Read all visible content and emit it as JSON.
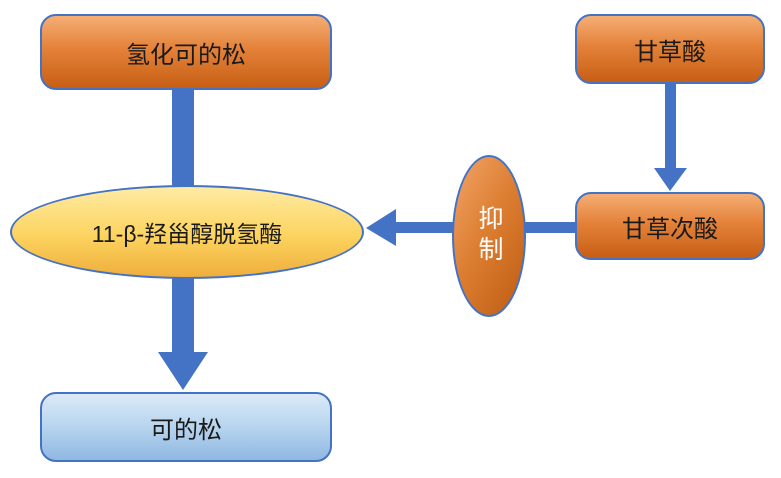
{
  "diagram": {
    "title": "11-beta-hydroxysteroid-dehydrogenase inhibition pathway",
    "nodes": {
      "hydrocortisone": {
        "label": "氢化可的松",
        "fill": "#E4823A",
        "border": "#4472C4",
        "shape": "rounded-rect"
      },
      "enzyme": {
        "label": "11-β-羟甾醇脱氢酶",
        "fill": "#FCD35E",
        "border": "#4472C4",
        "shape": "ellipse"
      },
      "cortisone": {
        "label": "可的松",
        "fill": "#B7D4EE",
        "border": "#4472C4",
        "shape": "rounded-rect"
      },
      "glycyrrhizic_acid": {
        "label": "甘草酸",
        "fill": "#E4823A",
        "border": "#4472C4",
        "shape": "rounded-rect"
      },
      "glycyrrhetinic_acid": {
        "label": "甘草次酸",
        "fill": "#E4823A",
        "border": "#4472C4",
        "shape": "rounded-rect"
      },
      "inhibition": {
        "label": "抑制",
        "fill": "#DD7F33",
        "border": "#4472C4",
        "shape": "ellipse",
        "text_color": "#FFFFFF"
      }
    },
    "edges": [
      {
        "from": "hydrocortisone",
        "to": "enzyme",
        "direction": "down"
      },
      {
        "from": "enzyme",
        "to": "cortisone",
        "direction": "down"
      },
      {
        "from": "glycyrrhizic_acid",
        "to": "glycyrrhetinic_acid",
        "direction": "down"
      },
      {
        "from": "glycyrrhetinic_acid",
        "to": "enzyme",
        "direction": "left",
        "via": "inhibition"
      }
    ],
    "colors": {
      "arrow": "#4472C4",
      "background": "#FFFFFF"
    }
  }
}
